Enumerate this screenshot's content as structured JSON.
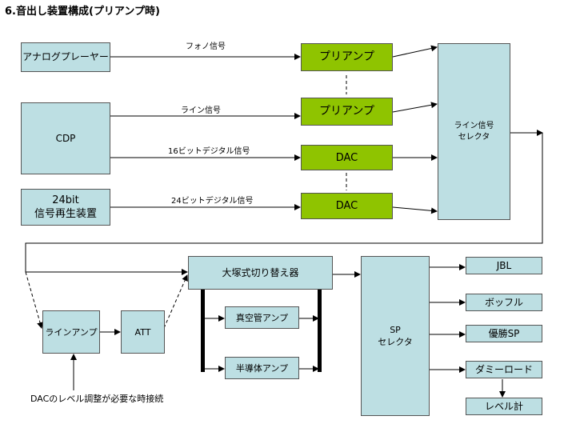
{
  "title": "6.音出し装置構成(プリアンプ時)",
  "sources": {
    "analog_player": "アナログプレーヤー",
    "cdp": "CDP",
    "bit24_line1": "24bit",
    "bit24_line2": "信号再生装置"
  },
  "processors": {
    "preamp_phono": "プリアンプ",
    "preamp_line": "プリアンプ",
    "dac_16": "DAC",
    "dac_24": "DAC"
  },
  "signals": {
    "phono": "フォノ信号",
    "line": "ライン信号",
    "digital16": "16ビットデジタル信号",
    "digital24": "24ビットデジタル信号"
  },
  "selector_line": {
    "line1": "ライン信号",
    "line2": "セレクタ"
  },
  "chain": {
    "line_amp": "ラインアンプ",
    "att": "ATT",
    "switcher": "大塚式切り替え器",
    "tube_amp": "真空管アンプ",
    "semi_amp": "半導体アンプ"
  },
  "selector_sp": {
    "line1": "SP",
    "line2": "セレクタ"
  },
  "speakers": {
    "jbl": "JBL",
    "bofull": "ボッフル",
    "yusho": "優勝SP",
    "dummy": "ダミーロード",
    "level": "レベル計"
  },
  "note": "DACのレベル調整が必要な時接続"
}
